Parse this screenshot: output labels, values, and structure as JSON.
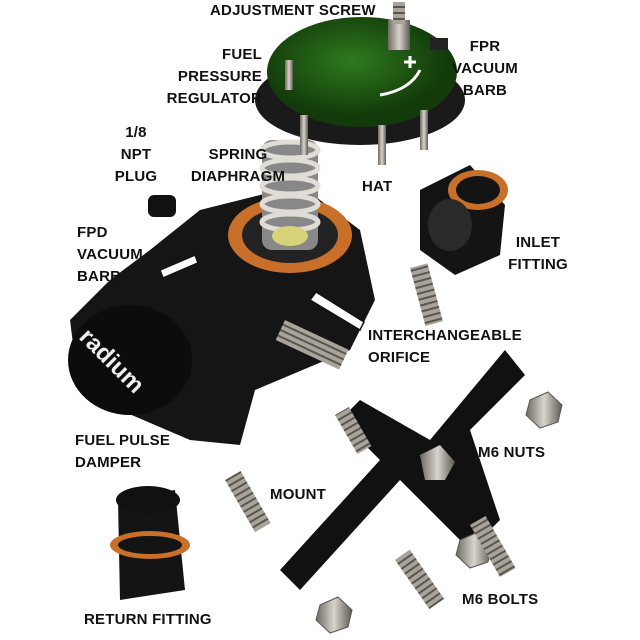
{
  "labels": {
    "adjustment_screw": [
      "ADJUSTMENT SCREW"
    ],
    "fuel_pressure_regulator": [
      "FUEL",
      "PRESSURE",
      "REGULATOR"
    ],
    "fpr_vacuum_barb": [
      "FPR",
      "VACUUM",
      "BARB"
    ],
    "npt_plug": [
      "1/8",
      "NPT",
      "PLUG"
    ],
    "spring_diaphragm": [
      "SPRING",
      "DIAPHRAGM"
    ],
    "hat": [
      "HAT"
    ],
    "fpd_vacuum_barb": [
      "FPD",
      "VACUUM",
      "BARB"
    ],
    "inlet_fitting": [
      "INLET",
      "FITTING"
    ],
    "orifice": [
      "INTERCHANGEABLE",
      "ORIFICE"
    ],
    "fuel_pulse_damper": [
      "FUEL PULSE",
      "DAMPER"
    ],
    "m6_nuts": [
      "M6 NUTS"
    ],
    "mount": [
      "MOUNT"
    ],
    "return_fitting": [
      "RETURN FITTING"
    ],
    "m6_bolts": [
      "M6 BOLTS"
    ]
  },
  "logo_text": "radium",
  "colors": {
    "regulator_green": "#1f5a12",
    "body_black": "#151515",
    "seal_orange": "#c8702a",
    "steel": "#b8b4ac"
  }
}
